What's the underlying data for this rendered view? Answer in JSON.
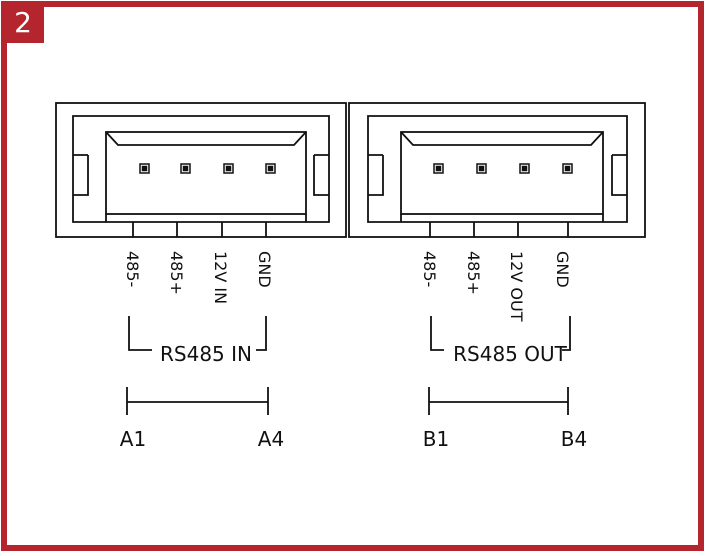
{
  "figure": {
    "badge_number": "2",
    "border_color": "#b5252d",
    "line_color": "#111111"
  },
  "connectors": [
    {
      "id": "in",
      "pins": [
        "485-",
        "485+",
        "12V IN",
        "GND"
      ],
      "label": "RS485 IN",
      "range_start": "A1",
      "range_end": "A4"
    },
    {
      "id": "out",
      "pins": [
        "485-",
        "485+",
        "12V OUT",
        "GND"
      ],
      "label": "RS485 OUT",
      "range_start": "B1",
      "range_end": "B4"
    }
  ]
}
